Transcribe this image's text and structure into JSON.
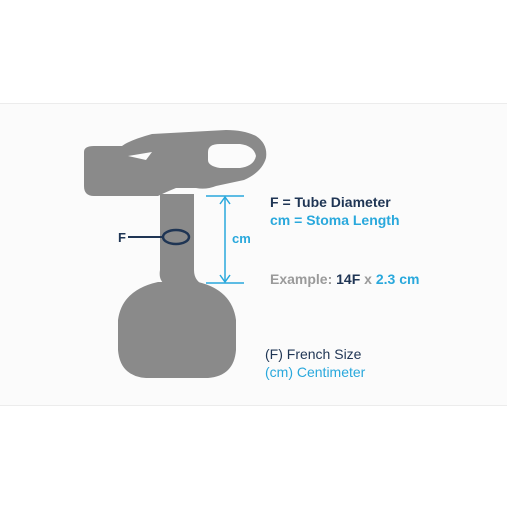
{
  "diagram": {
    "f_marker": "F",
    "cm_marker": "cm",
    "definitions": {
      "tube_diameter": "F = Tube Diameter",
      "stoma_length": "cm = Stoma Length"
    },
    "example": {
      "label": "Example:",
      "french": "14F",
      "times": "x",
      "length": "2.3 cm"
    },
    "legend": {
      "french": "(F) French Size",
      "centimeter": "(cm) Centimeter"
    }
  },
  "colors": {
    "device_gray": "#8a8a8a",
    "navy": "#1f3554",
    "cyan": "#29a8dc",
    "example_gray": "#9a9a9a"
  }
}
